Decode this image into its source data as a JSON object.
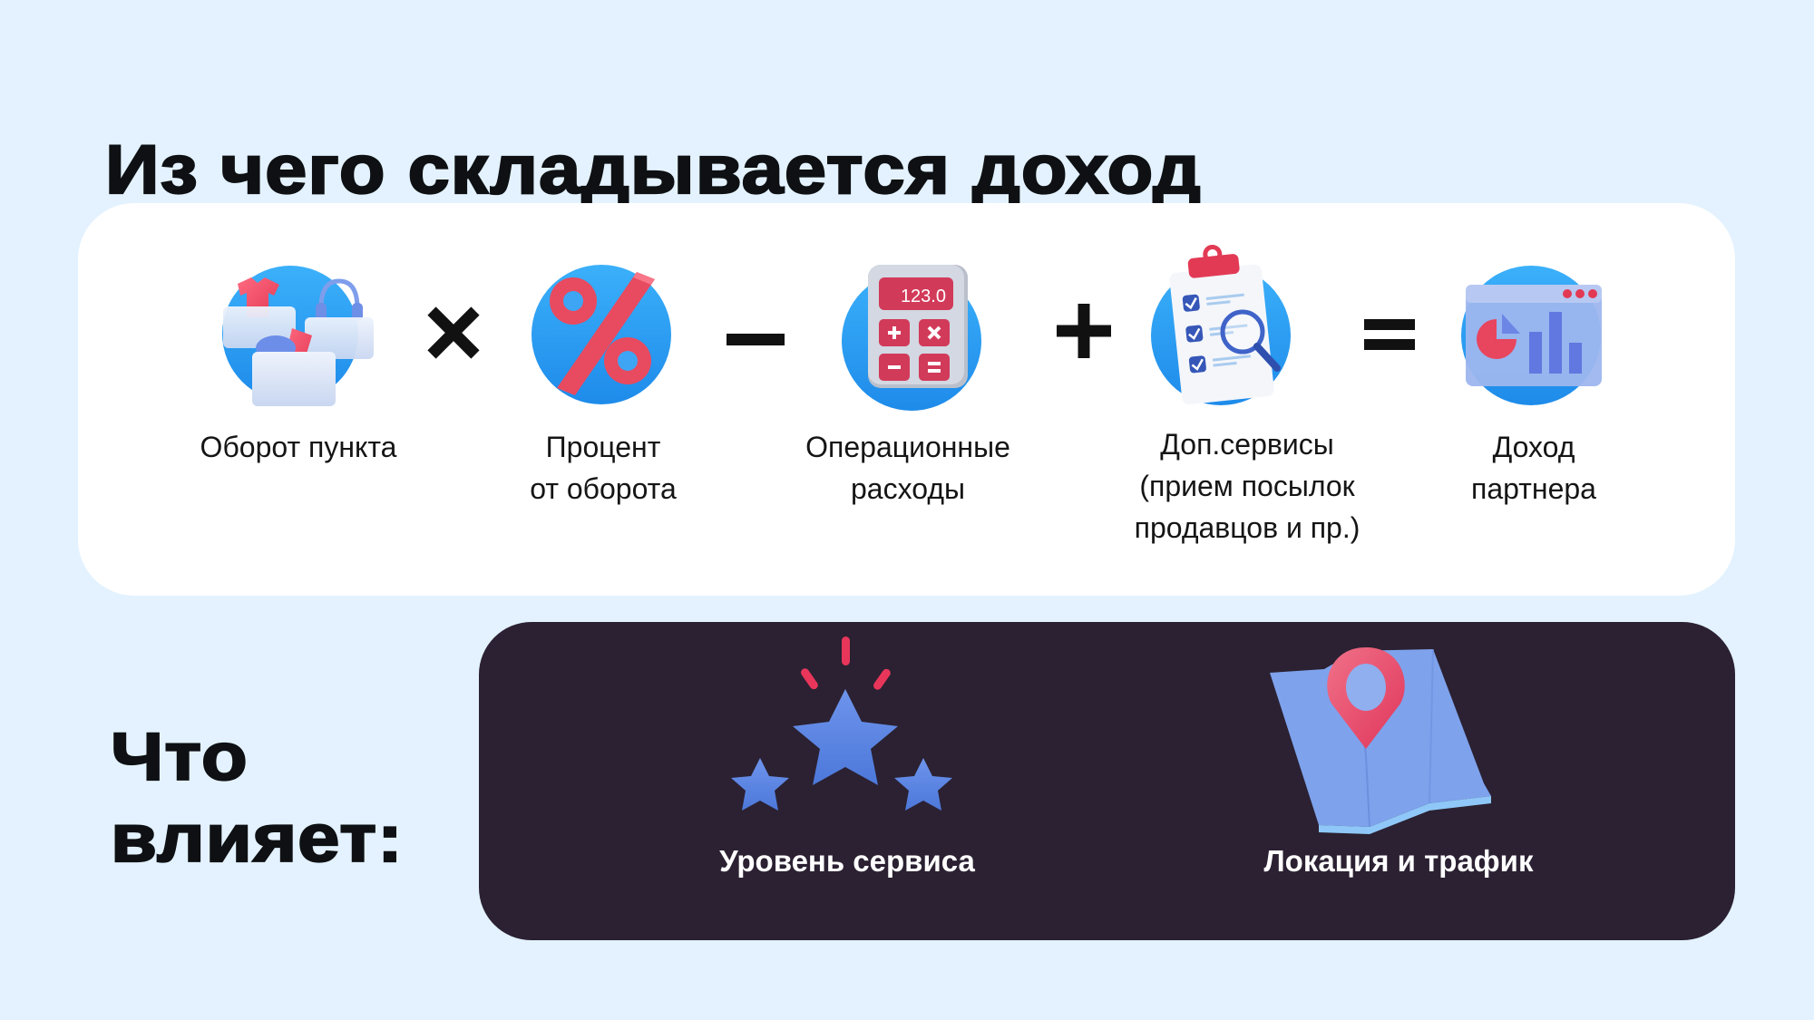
{
  "title": "Из чего складывается доход",
  "colors": {
    "background": "#E3F2FE",
    "card": "#FFFFFF",
    "dark_panel": "#2B2132",
    "icon_circle": "#2A9DF4",
    "accent_red": "#E8455E",
    "accent_blue": "#5B86E0",
    "text": "#111111"
  },
  "formula": {
    "items": [
      {
        "icon": "boxes-icon",
        "lines": [
          "Оборот пункта"
        ]
      },
      {
        "icon": "percent-icon",
        "lines": [
          "Процент",
          "от оборота"
        ]
      },
      {
        "icon": "calculator-icon",
        "lines": [
          "Операционные",
          "расходы"
        ],
        "calculator_display": "123.0"
      },
      {
        "icon": "clipboard-search-icon",
        "lines": [
          "Доп.сервисы",
          "(прием посылок",
          "продавцов и пр.)"
        ]
      },
      {
        "icon": "analytics-window-icon",
        "lines": [
          "Доход",
          "партнера"
        ]
      }
    ],
    "operators": [
      "×",
      "−",
      "+",
      "="
    ]
  },
  "influence": {
    "title_lines": [
      "Что",
      "влияет:"
    ],
    "factors": [
      {
        "icon": "stars-icon",
        "label": "Уровень сервиса"
      },
      {
        "icon": "map-pin-icon",
        "label": "Локация и трафик"
      }
    ]
  }
}
